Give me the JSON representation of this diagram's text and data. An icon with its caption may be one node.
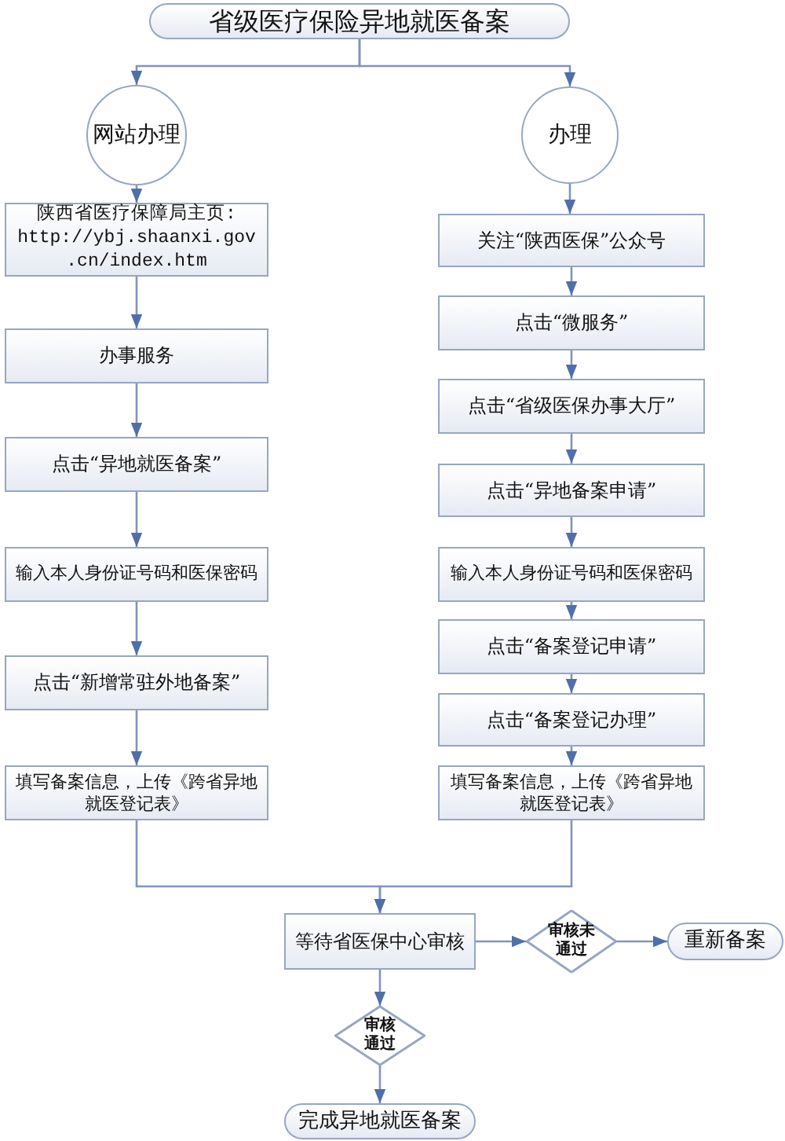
{
  "diagram": {
    "nodes": [
      {
        "text": [
          "省级医疗保险异地就医备案"
        ]
      },
      {
        "text": [
          "网站办理"
        ]
      },
      {
        "text": [
          "办理"
        ]
      },
      {
        "text": [
          "陕西省医疗保障局主页: http://ybj.shaanxi.gov.cn/index.htm"
        ]
      },
      {
        "text": [
          "办事服务"
        ]
      },
      {
        "text": [
          "点击“异地就医备案”"
        ]
      },
      {
        "text": [
          "输入本人身份证号码和医保密码"
        ]
      },
      {
        "text": [
          "点击“新增常驻外地备案”"
        ]
      },
      {
        "text": [
          "填写备案信息，上传《跨省异地就医登记表》"
        ]
      },
      {
        "text": [
          "关注“陕西医保”公众号"
        ]
      },
      {
        "text": [
          "点击“微服务”"
        ]
      },
      {
        "text": [
          "点击“省级医保办事大厅”"
        ]
      },
      {
        "text": [
          "点击“异地备案申请”"
        ]
      },
      {
        "text": [
          "输入本人身份证号码和医保密码"
        ]
      },
      {
        "text": [
          "点击“备案登记申请”"
        ]
      },
      {
        "text": [
          "点击“备案登记办理”"
        ]
      },
      {
        "text": [
          "填写备案信息，上传《跨省异地就医登记表》"
        ]
      },
      {
        "text": [
          "等待省医保中心审核"
        ]
      },
      {
        "text": [
          "审核未通过"
        ]
      },
      {
        "text": [
          "重新备案"
        ]
      },
      {
        "text": [
          "审核通过"
        ]
      },
      {
        "text": [
          "完成异地就医备案"
        ]
      }
    ],
    "edges": [
      {
        "from": 0,
        "to": 1,
        "arrow": "to"
      },
      {
        "from": 0,
        "to": 2,
        "arrow": "to"
      },
      {
        "from": 1,
        "to": 3,
        "arrow": "to"
      },
      {
        "from": 3,
        "to": 4,
        "arrow": "to"
      },
      {
        "from": 4,
        "to": 5,
        "arrow": "to"
      },
      {
        "from": 5,
        "to": 6,
        "arrow": "to"
      },
      {
        "from": 6,
        "to": 7,
        "arrow": "to"
      },
      {
        "from": 7,
        "to": 8,
        "arrow": "to"
      },
      {
        "from": 2,
        "to": 9,
        "arrow": "to"
      },
      {
        "from": 9,
        "to": 10,
        "arrow": "to"
      },
      {
        "from": 10,
        "to": 11,
        "arrow": "to"
      },
      {
        "from": 11,
        "to": 12,
        "arrow": "to"
      },
      {
        "from": 12,
        "to": 13,
        "arrow": "to"
      },
      {
        "from": 13,
        "to": 14,
        "arrow": "to"
      },
      {
        "from": 14,
        "to": 15,
        "arrow": "to"
      },
      {
        "from": 15,
        "to": 16,
        "arrow": "to"
      },
      {
        "from": 8,
        "to": 17,
        "arrow": "to"
      },
      {
        "from": 16,
        "to": 17,
        "arrow": "to"
      },
      {
        "from": 17,
        "to": 18,
        "arrow": "to"
      },
      {
        "from": 18,
        "to": 19,
        "arrow": "to"
      },
      {
        "from": 17,
        "to": 20,
        "arrow": "to"
      },
      {
        "from": 20,
        "to": 21,
        "arrow": "to"
      }
    ]
  }
}
